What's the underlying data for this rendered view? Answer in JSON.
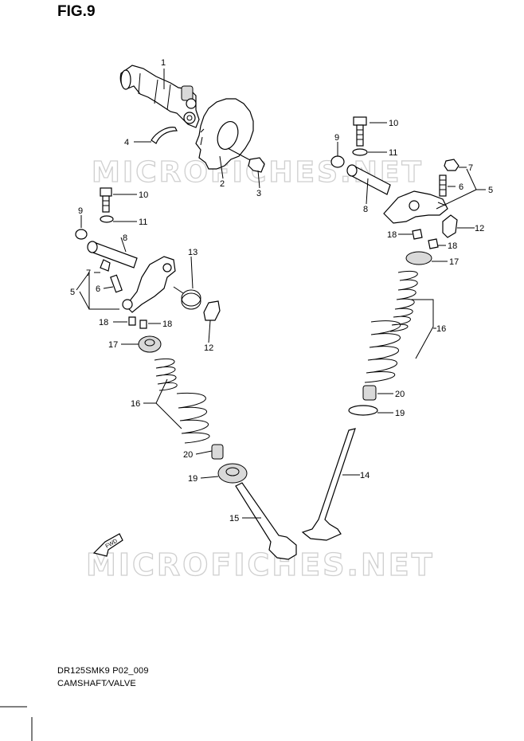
{
  "figure": {
    "title": "FIG.9",
    "code": "DR125SMK9 P02_009",
    "caption": "CAMSHAFT∕VALVE"
  },
  "watermark": "MICROFICHES.NET",
  "fwd_label": "FWD",
  "callouts": [
    {
      "id": "c1",
      "text": "1"
    },
    {
      "id": "c2",
      "text": "2"
    },
    {
      "id": "c3",
      "text": "3"
    },
    {
      "id": "c4",
      "text": "4"
    },
    {
      "id": "c5a",
      "text": "5"
    },
    {
      "id": "c5b",
      "text": "5"
    },
    {
      "id": "c6a",
      "text": "6"
    },
    {
      "id": "c6b",
      "text": "6"
    },
    {
      "id": "c7a",
      "text": "7"
    },
    {
      "id": "c7b",
      "text": "7"
    },
    {
      "id": "c8a",
      "text": "8"
    },
    {
      "id": "c8b",
      "text": "8"
    },
    {
      "id": "c9a",
      "text": "9"
    },
    {
      "id": "c9b",
      "text": "9"
    },
    {
      "id": "c10a",
      "text": "10"
    },
    {
      "id": "c10b",
      "text": "10"
    },
    {
      "id": "c11a",
      "text": "11"
    },
    {
      "id": "c11b",
      "text": "11"
    },
    {
      "id": "c12a",
      "text": "12"
    },
    {
      "id": "c12b",
      "text": "12"
    },
    {
      "id": "c13",
      "text": "13"
    },
    {
      "id": "c14",
      "text": "14"
    },
    {
      "id": "c15",
      "text": "15"
    },
    {
      "id": "c16a",
      "text": "16"
    },
    {
      "id": "c16b",
      "text": "16"
    },
    {
      "id": "c17a",
      "text": "17"
    },
    {
      "id": "c17b",
      "text": "17"
    },
    {
      "id": "c18a",
      "text": "18"
    },
    {
      "id": "c18b",
      "text": "18"
    },
    {
      "id": "c18c",
      "text": "18"
    },
    {
      "id": "c18d",
      "text": "18"
    },
    {
      "id": "c19a",
      "text": "19"
    },
    {
      "id": "c19b",
      "text": "19"
    },
    {
      "id": "c20a",
      "text": "20"
    },
    {
      "id": "c20b",
      "text": "20"
    }
  ]
}
